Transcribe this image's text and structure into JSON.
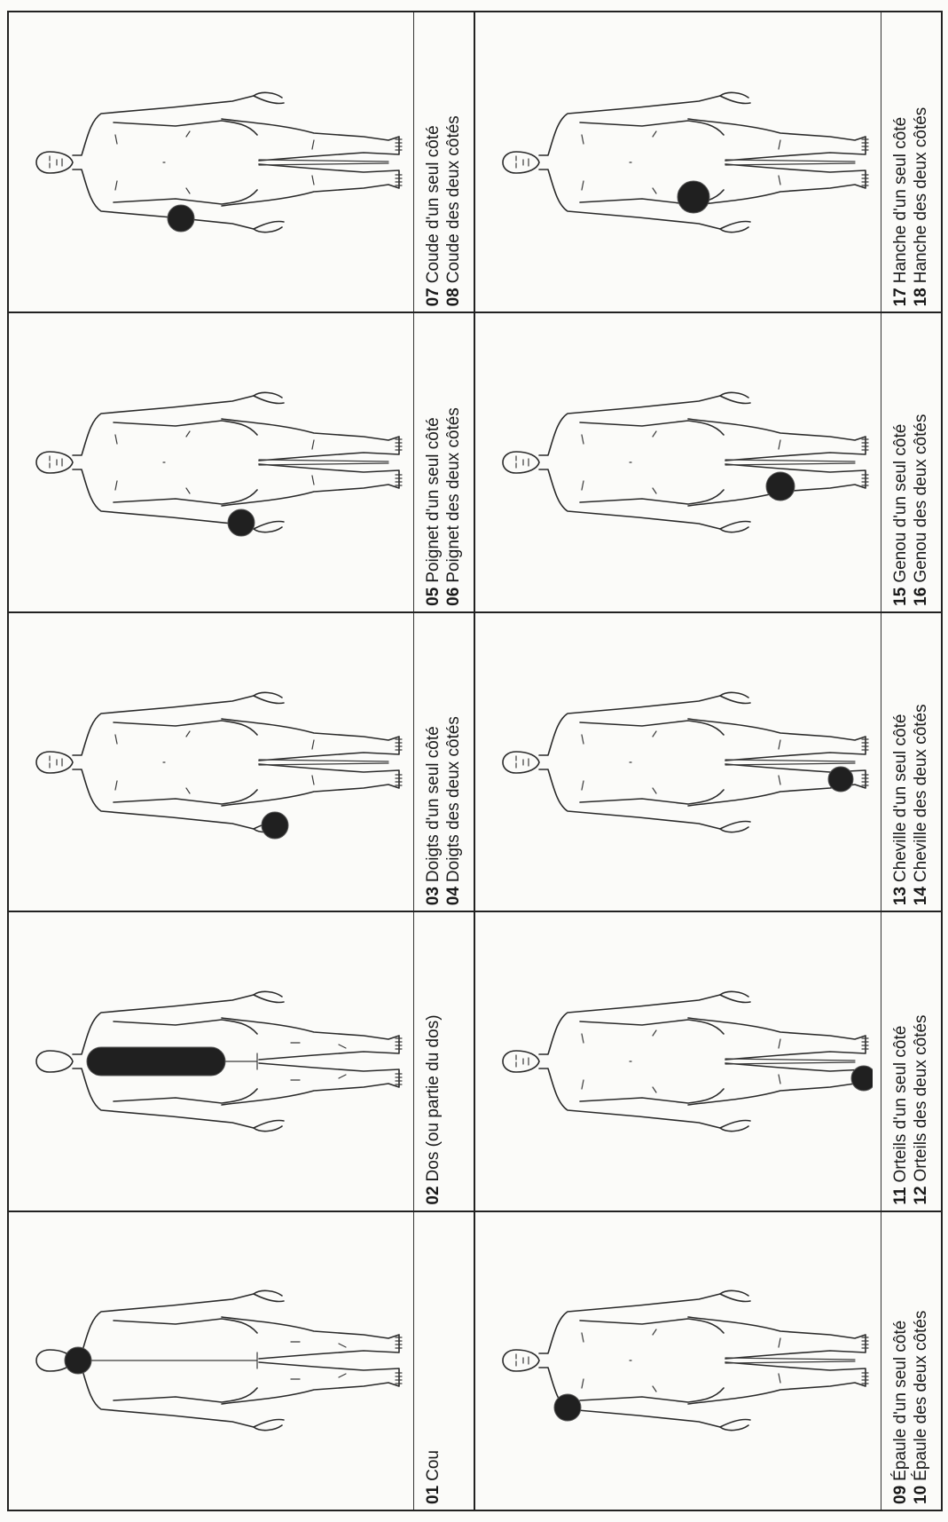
{
  "body_part_chart": {
    "cells": [
      {
        "view": "back",
        "mark": "neck",
        "lines": [
          {
            "num": "01",
            "text": "Cou"
          }
        ]
      },
      {
        "view": "back",
        "mark": "back",
        "lines": [
          {
            "num": "02",
            "text": "Dos (ou partie du dos)"
          }
        ]
      },
      {
        "view": "front",
        "mark": "fingers",
        "lines": [
          {
            "num": "03",
            "text": "Doigts d'un seul côté"
          },
          {
            "num": "04",
            "text": "Doigts des deux côtés"
          }
        ]
      },
      {
        "view": "front",
        "mark": "wrist",
        "lines": [
          {
            "num": "05",
            "text": "Poignet d'un seul côté"
          },
          {
            "num": "06",
            "text": "Poignet des deux côtés"
          }
        ]
      },
      {
        "view": "front",
        "mark": "elbow",
        "lines": [
          {
            "num": "07",
            "text": "Coude d'un seul côté"
          },
          {
            "num": "08",
            "text": "Coude des deux côtés"
          }
        ]
      },
      {
        "view": "front",
        "mark": "shoulder",
        "lines": [
          {
            "num": "09",
            "text": "Épaule d'un seul côté"
          },
          {
            "num": "10",
            "text": "Épaule des deux côtés"
          }
        ]
      },
      {
        "view": "front",
        "mark": "toes",
        "lines": [
          {
            "num": "11",
            "text": "Orteils d'un seul côté"
          },
          {
            "num": "12",
            "text": "Orteils des deux côtés"
          }
        ]
      },
      {
        "view": "front",
        "mark": "ankle",
        "lines": [
          {
            "num": "13",
            "text": "Cheville d'un seul côté"
          },
          {
            "num": "14",
            "text": "Cheville des deux côtés"
          }
        ]
      },
      {
        "view": "front",
        "mark": "knee",
        "lines": [
          {
            "num": "15",
            "text": "Genou d'un seul côté"
          },
          {
            "num": "16",
            "text": "Genou des deux côtés"
          }
        ]
      },
      {
        "view": "front",
        "mark": "hip",
        "lines": [
          {
            "num": "17",
            "text": "Hanche d'un seul côté"
          },
          {
            "num": "18",
            "text": "Hanche des deux côtés"
          }
        ]
      }
    ]
  }
}
